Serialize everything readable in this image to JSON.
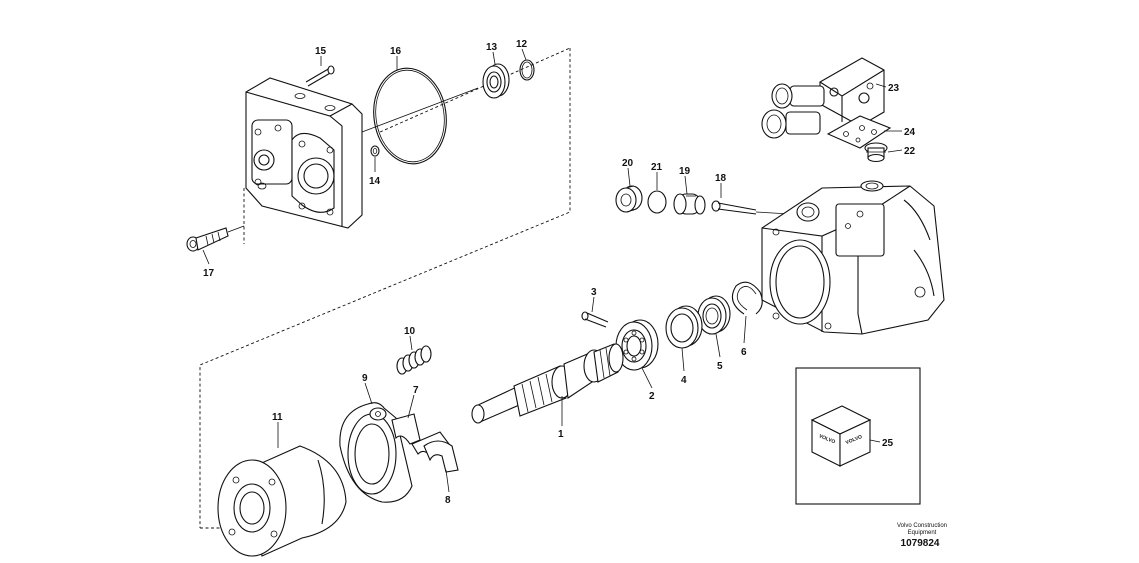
{
  "labels": {
    "p1": "1",
    "p2": "2",
    "p3": "3",
    "p4": "4",
    "p5": "5",
    "p6": "6",
    "p7": "7",
    "p8": "8",
    "p9": "9",
    "p10": "10",
    "p11": "11",
    "p12": "12",
    "p13": "13",
    "p14": "14",
    "p15": "15",
    "p16": "16",
    "p17": "17",
    "p18": "18",
    "p19": "19",
    "p20": "20",
    "p21": "21",
    "p22": "22",
    "p23": "23",
    "p24": "24",
    "p25": "25"
  },
  "credit": {
    "line1": "Volvo Construction",
    "line2": "Equipment",
    "doc_id": "1079824"
  },
  "kit_box": {
    "brand": "VOLVO"
  }
}
